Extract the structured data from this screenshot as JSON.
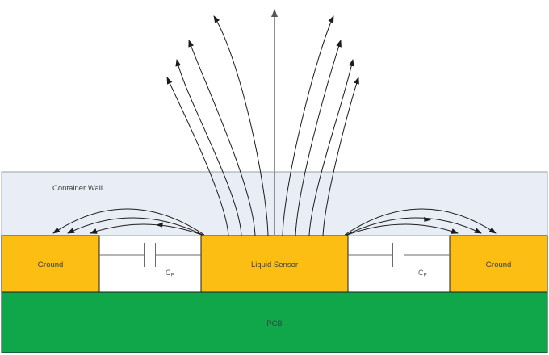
{
  "diagram_type": "capacitive-liquid-level-sensor-cross-section",
  "colors": {
    "background": "#FFFFFF",
    "container_wall_fill": "#E9EDF6",
    "container_wall_border": "#9AA0A8",
    "electrode_fill": "#FCBE13",
    "pcb_fill": "#10A64A",
    "block_border": "#1F1F1F",
    "field_line": "#1C1C1C",
    "center_field_line": "#8F8F8F",
    "capacitor_line": "#6B6B6B"
  },
  "wall": {
    "label": "Container Wall"
  },
  "electrodes": {
    "ground_left": {
      "label": "Ground"
    },
    "sensor": {
      "label": "Liquid Sensor"
    },
    "ground_right": {
      "label": "Ground"
    }
  },
  "capacitors": {
    "left": {
      "symbol": "C",
      "subscript": "P"
    },
    "right": {
      "symbol": "C",
      "subscript": "P"
    }
  },
  "board": {
    "label": "PCB"
  }
}
